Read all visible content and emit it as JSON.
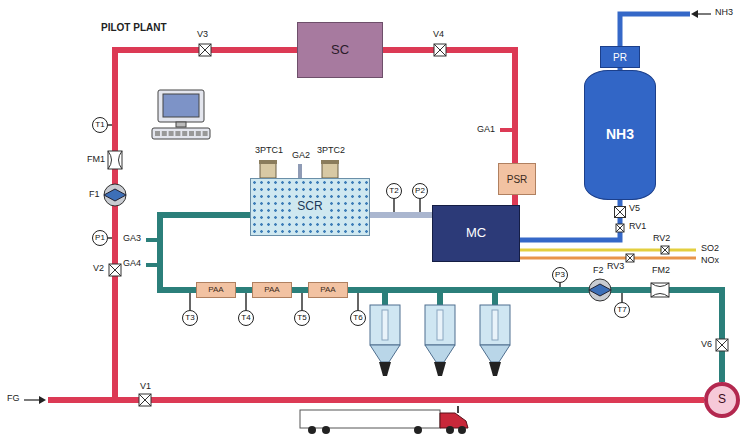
{
  "diagram": {
    "nodes": [
      {
        "text": [
          "SC"
        ]
      },
      {
        "text": [
          "PSR"
        ]
      },
      {
        "text": [
          "PR"
        ]
      },
      {
        "text": [
          "NH3"
        ]
      },
      {
        "text": [
          "T1"
        ]
      },
      {
        "text": [
          "T2"
        ]
      },
      {
        "text": [
          "P2"
        ]
      },
      {
        "text": [
          "MC"
        ]
      },
      {
        "text": [
          "SCR"
        ]
      },
      {
        "text": [
          "P1"
        ]
      },
      {
        "text": [
          "PAA"
        ]
      },
      {
        "text": [
          "PAA"
        ]
      },
      {
        "text": [
          "PAA"
        ]
      },
      {
        "text": [
          "P3"
        ]
      },
      {
        "text": [
          "T7"
        ]
      },
      {
        "text": [
          "T3"
        ]
      },
      {
        "text": [
          "T4"
        ]
      },
      {
        "text": [
          "T5"
        ]
      },
      {
        "text": [
          "T6"
        ]
      },
      {
        "text": [
          "S"
        ]
      }
    ],
    "edges": [
      {
        "from": 0,
        "to": 1,
        "arrow": "none"
      },
      {
        "from": 1,
        "to": 7,
        "arrow": "none"
      },
      {
        "from": 2,
        "to": 3,
        "arrow": "none"
      },
      {
        "from": 3,
        "to": 7,
        "arrow": "none"
      },
      {
        "from": 7,
        "to": 8,
        "arrow": "none"
      },
      {
        "from": 8,
        "to": 10,
        "arrow": "none"
      },
      {
        "from": 10,
        "to": 11,
        "arrow": "none"
      },
      {
        "from": 11,
        "to": 12,
        "arrow": "none"
      },
      {
        "from": 12,
        "to": 19,
        "arrow": "none"
      },
      {
        "from": 19,
        "to": 0,
        "arrow": "none"
      }
    ],
    "labels": [
      "PILOT PLANT",
      "V3",
      "V4",
      "GA1",
      "NH3",
      "V5",
      "RV1",
      "RV2",
      "RV3",
      "SO2",
      "NOx",
      "3PTC1",
      "GA2",
      "3PTC2",
      "FM1",
      "F1",
      "V2",
      "GA3",
      "GA4",
      "F2",
      "FM2",
      "V6",
      "FG",
      "V1"
    ]
  }
}
